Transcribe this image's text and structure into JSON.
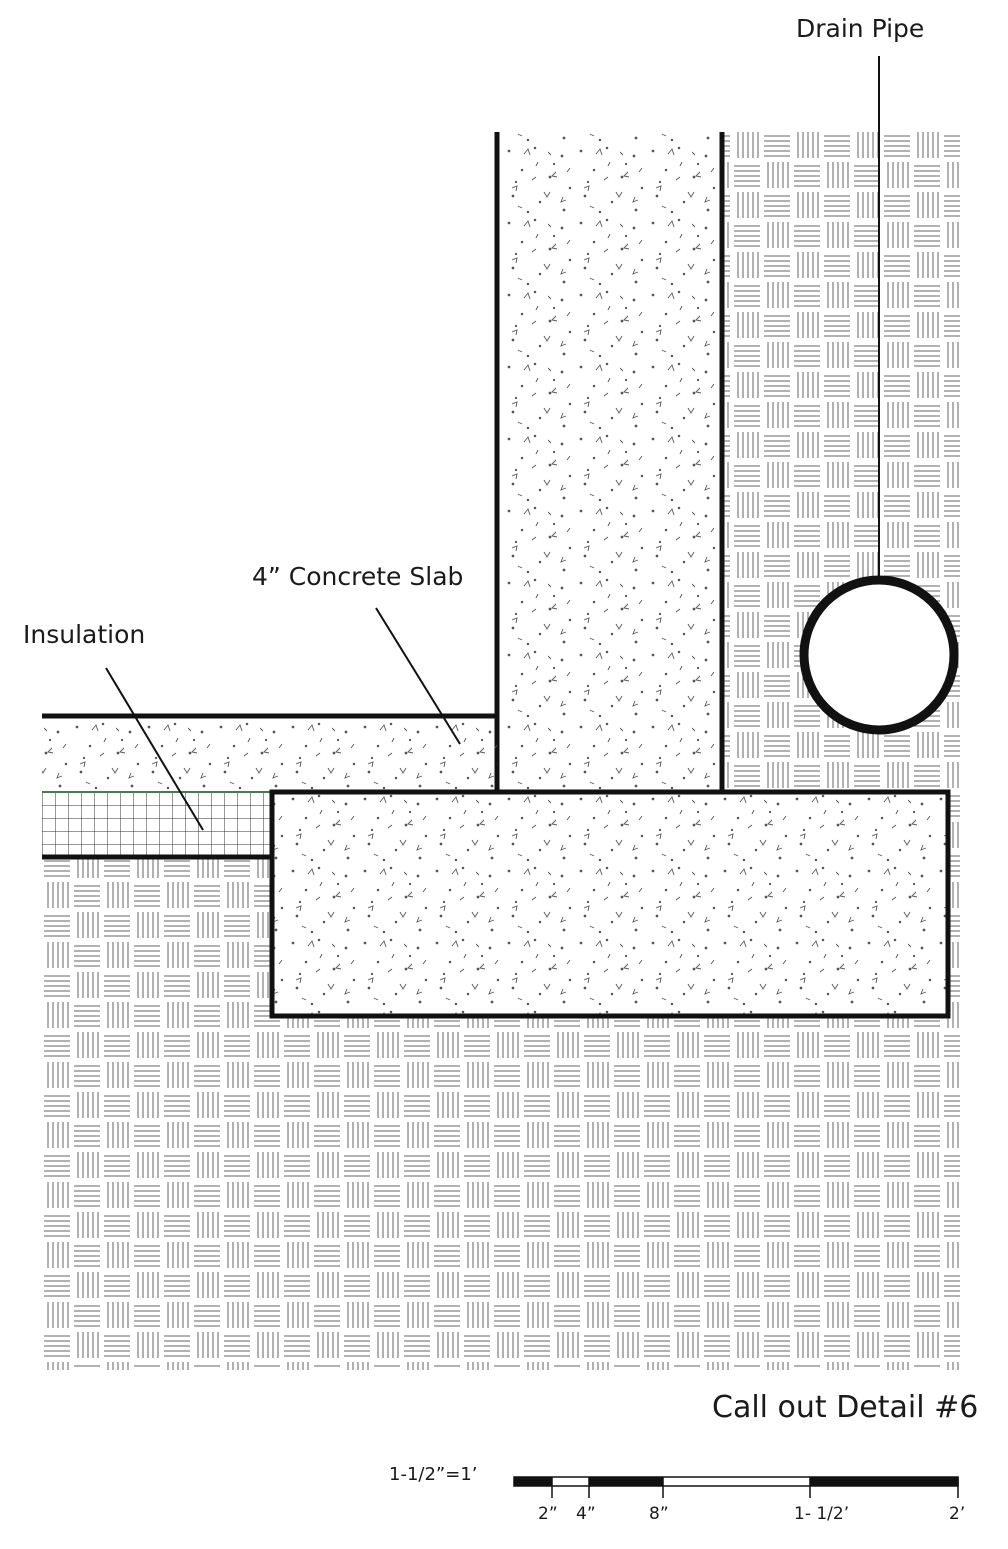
{
  "labels": {
    "drain_pipe": "Drain Pipe",
    "concrete_slab": "4” Concrete Slab",
    "insulation": "Insulation"
  },
  "title": "Call out Detail #6",
  "scale": {
    "ratio": "1-1/2”=1’",
    "ticks": [
      "2”",
      "4”",
      "8”",
      "1- 1/2’",
      "2’"
    ]
  },
  "colors": {
    "line": "#111111",
    "hatch": "#555555",
    "background": "#ffffff"
  }
}
